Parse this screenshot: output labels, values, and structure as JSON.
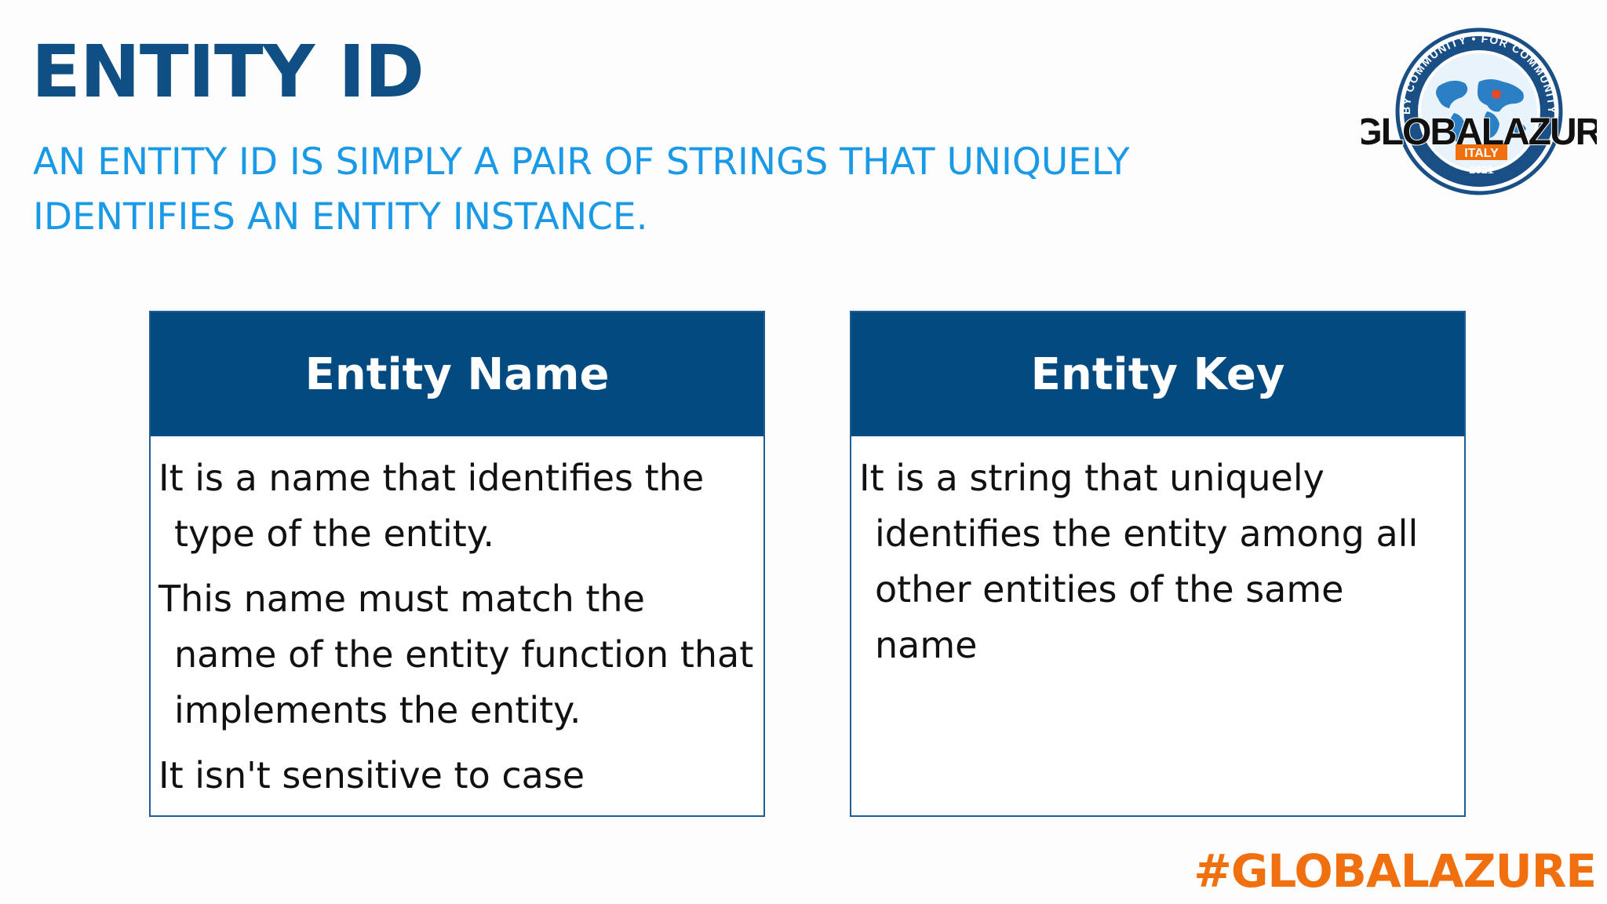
{
  "slide": {
    "title": "ENTITY ID",
    "subtitle": "AN ENTITY ID IS SIMPLY A PAIR OF STRINGS THAT UNIQUELY IDENTIFIES AN ENTITY INSTANCE.",
    "footer_hashtag": "#GLOBALAZURE"
  },
  "logo": {
    "ring_text": "BY COMMUNITY • FOR COMMUNITY",
    "main_text": "#GLOBALAZURE",
    "country": "ITALY",
    "year": "2021"
  },
  "cards": [
    {
      "header": "Entity Name",
      "paragraphs": [
        "It is a name that identifies the type of the entity.",
        "This name must match the name of the entity function that implements the entity.",
        "It isn't sensitive to case"
      ]
    },
    {
      "header": "Entity Key",
      "paragraphs": [
        "It is a string that uniquely identifies the entity among all other entities of the same name"
      ]
    }
  ],
  "colors": {
    "title": "#0f4f84",
    "subtitle": "#1a9ae6",
    "header_bg": "#034a80",
    "border": "#1f5d95",
    "hashtag": "#f0700f"
  }
}
